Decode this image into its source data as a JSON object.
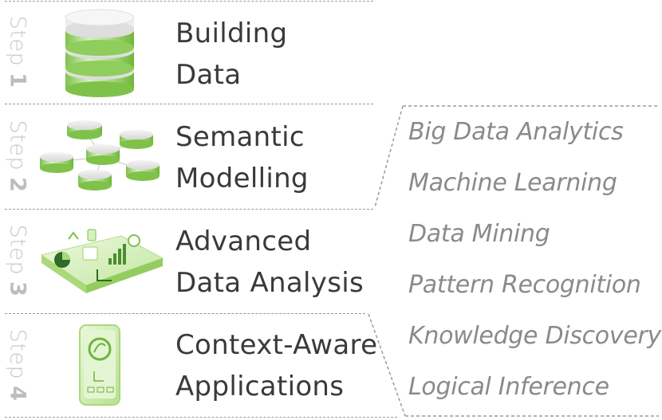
{
  "steps": [
    {
      "label": "Step",
      "number": "1",
      "title_lines": [
        "Building",
        "Data"
      ],
      "icon": "database-stack-icon"
    },
    {
      "label": "Step",
      "number": "2",
      "title_lines": [
        "Semantic",
        "Modelling"
      ],
      "icon": "linked-datastores-icon"
    },
    {
      "label": "Step",
      "number": "3",
      "title_lines": [
        "Advanced",
        "Data Analysis"
      ],
      "icon": "analytics-platform-icon"
    },
    {
      "label": "Step",
      "number": "4",
      "title_lines": [
        "Context-Aware",
        "Applications"
      ],
      "icon": "smartphone-app-icon"
    }
  ],
  "techniques": [
    "Big Data Analytics",
    "Machine Learning",
    "Data Mining",
    "Pattern Recognition",
    "Knowledge Discovery",
    "Logical Inference"
  ],
  "colors": {
    "accent_green": "#8ecf5a",
    "light_green": "#d6f0c0",
    "step_label_gray": "#c8c8c8",
    "title_text": "#3a3a3a",
    "technique_text": "#8a8a8a",
    "divider": "#9a9a9a"
  }
}
